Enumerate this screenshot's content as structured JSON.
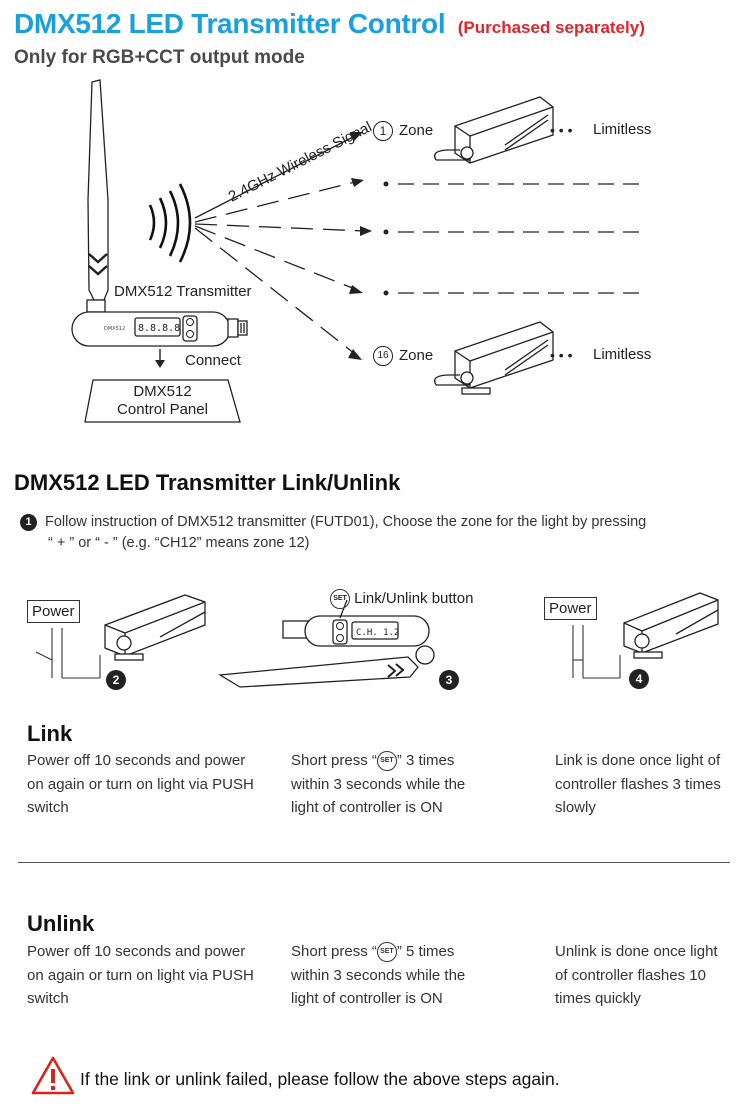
{
  "header": {
    "title": "DMX512 LED Transmitter Control",
    "title_note": "(Purchased separately)",
    "subtitle": "Only for RGB+CCT output mode"
  },
  "diagram": {
    "signal_label": "2.4GHz Wireless Signal",
    "transmitter_label": "DMX512 Transmitter",
    "connect_label": "Connect",
    "panel_line1": "DMX512",
    "panel_line2": "Control Panel",
    "zone_first_number": "1",
    "zone_first_label": "Zone",
    "zone_last_number": "16",
    "zone_last_label": "Zone",
    "limitless_label": "Limitless",
    "transmitter_display": "8.8.8.8"
  },
  "section2": {
    "title": "DMX512 LED Transmitter Link/Unlink",
    "step1_number": "1",
    "step1_line1": "Follow instruction of DMX512 transmitter (FUTD01), Choose the zone for the light by pressing",
    "step1_line2": "“ + ” or “ - ”  (e.g. “CH12” means zone 12)"
  },
  "illustrations": {
    "power_label": "Power",
    "step2_number": "2",
    "step3_number": "3",
    "step4_number": "4",
    "set_icon_text": "SET",
    "set_button_label": "Link/Unlink button",
    "device_display": "C.H. 1.2"
  },
  "link": {
    "heading": "Link",
    "col1": [
      "Power off 10 seconds and power",
      "on again or turn on light via PUSH",
      "switch"
    ],
    "col2_line1_pre": "Short press “",
    "col2_line1_post": "” 3 times",
    "col2_rest": [
      "within 3 seconds while the",
      "light of controller is ON"
    ],
    "col3": [
      "Link is done once light of",
      "controller flashes 3 times",
      "slowly"
    ]
  },
  "unlink": {
    "heading": "Unlink",
    "col1": [
      "Power off 10 seconds and power",
      "on again or turn on light via PUSH",
      "switch"
    ],
    "col2_line1_pre": "Short press “",
    "col2_line1_post": "” 5 times",
    "col2_rest": [
      "within 3 seconds while the",
      "light of controller is ON"
    ],
    "col3": [
      "Unlink is done once light",
      "of controller flashes 10",
      "times quickly"
    ]
  },
  "warning": {
    "icon": "warning-triangle-icon",
    "text": "If the link or unlink failed, please follow the above steps again."
  },
  "colors": {
    "title": "#1aa0dc",
    "title_note": "#e0242a",
    "warning": "#d9241c"
  }
}
